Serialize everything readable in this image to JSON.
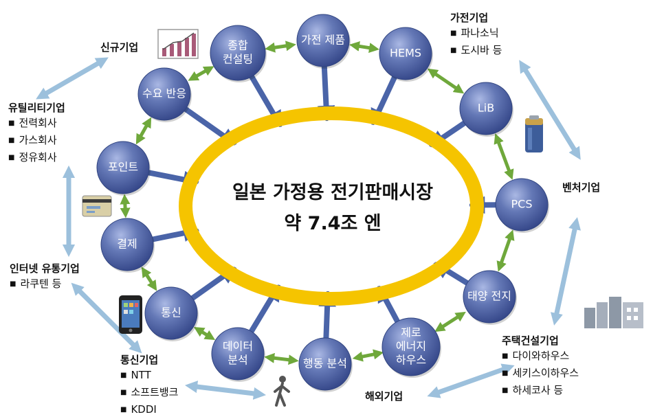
{
  "center": {
    "line1": "일본 가정용 전기판매시장",
    "line2": "약 7.4조 엔"
  },
  "nodes": [
    {
      "id": "consulting",
      "lines": [
        "종합",
        "컨설팅"
      ]
    },
    {
      "id": "appliances",
      "lines": [
        "가전 제품"
      ]
    },
    {
      "id": "hems",
      "lines": [
        "HEMS"
      ]
    },
    {
      "id": "lib",
      "lines": [
        "LiB"
      ]
    },
    {
      "id": "pcs",
      "lines": [
        "PCS"
      ]
    },
    {
      "id": "solar",
      "lines": [
        "태양 전지"
      ]
    },
    {
      "id": "zeh",
      "lines": [
        "제로",
        "에너지",
        "하우스"
      ]
    },
    {
      "id": "behavior",
      "lines": [
        "행동 분석"
      ]
    },
    {
      "id": "data",
      "lines": [
        "데이터",
        "분석"
      ]
    },
    {
      "id": "telecom",
      "lines": [
        "통신"
      ]
    },
    {
      "id": "payment",
      "lines": [
        "결제"
      ]
    },
    {
      "id": "point",
      "lines": [
        "포인트"
      ]
    },
    {
      "id": "demand",
      "lines": [
        "수요 반응"
      ]
    }
  ],
  "groups": {
    "new": {
      "title": "신규기업",
      "items": []
    },
    "utility": {
      "title": "유틸리티기업",
      "items": [
        "전력회사",
        "가스회사",
        "정유회사"
      ]
    },
    "internet": {
      "title": "인터넷 유통기업",
      "items": [
        "라쿠텐 등"
      ]
    },
    "telecom": {
      "title": "통신기업",
      "items": [
        "NTT",
        "소프트뱅크",
        "KDDI"
      ]
    },
    "overseas": {
      "title": "해외기업",
      "items": []
    },
    "housing": {
      "title": "주택건설기업",
      "items": [
        "다이와하우스",
        "세키스이하우스",
        "하세코사 등"
      ]
    },
    "venture": {
      "title": "벤처기업",
      "items": []
    },
    "appliance": {
      "title": "가전기업",
      "items": [
        "파나소닉",
        "도시바 등"
      ]
    }
  },
  "colors": {
    "ring": "#f5c400",
    "node": "#5c72b0",
    "node_dark": "#3a4f8c",
    "spoke": "#4a64a8",
    "green_arrow": "#6fa83b",
    "blue_arrow": "#9cc0dc"
  },
  "icons": [
    "bar-chart-icon",
    "battery-icon",
    "building-icon",
    "card-icon",
    "smartphone-icon",
    "walking-person-icon"
  ]
}
